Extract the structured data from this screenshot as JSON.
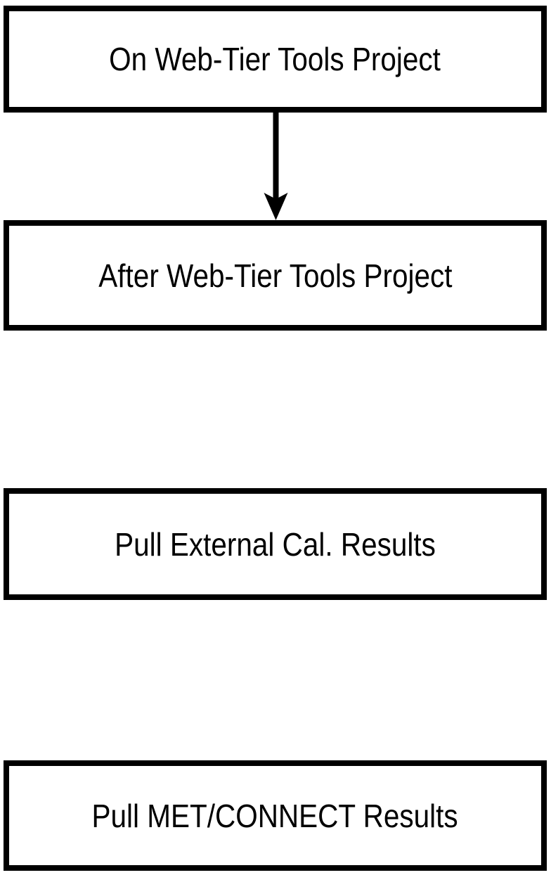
{
  "diagram": {
    "type": "flowchart",
    "orientation": "vertical",
    "background_color": "#ffffff",
    "stroke_color": "#000000",
    "text_color": "#000000",
    "nodes": [
      {
        "id": "on-web-tier-tools-project",
        "label": "On Web-Tier Tools Project",
        "shape": "rectangle"
      },
      {
        "id": "after-web-tier-tools-project",
        "label": "After Web-Tier Tools Project",
        "shape": "rectangle"
      },
      {
        "id": "pull-external-cal-results",
        "label": "Pull External Cal. Results",
        "shape": "rectangle"
      },
      {
        "id": "pull-met-connect-results",
        "label": "Pull MET/CONNECT Results",
        "shape": "rectangle"
      }
    ],
    "edges": [
      {
        "from": "on-web-tier-tools-project",
        "to": "after-web-tier-tools-project",
        "style": "solid",
        "arrowhead": "filled-triangle",
        "label": ""
      }
    ]
  }
}
